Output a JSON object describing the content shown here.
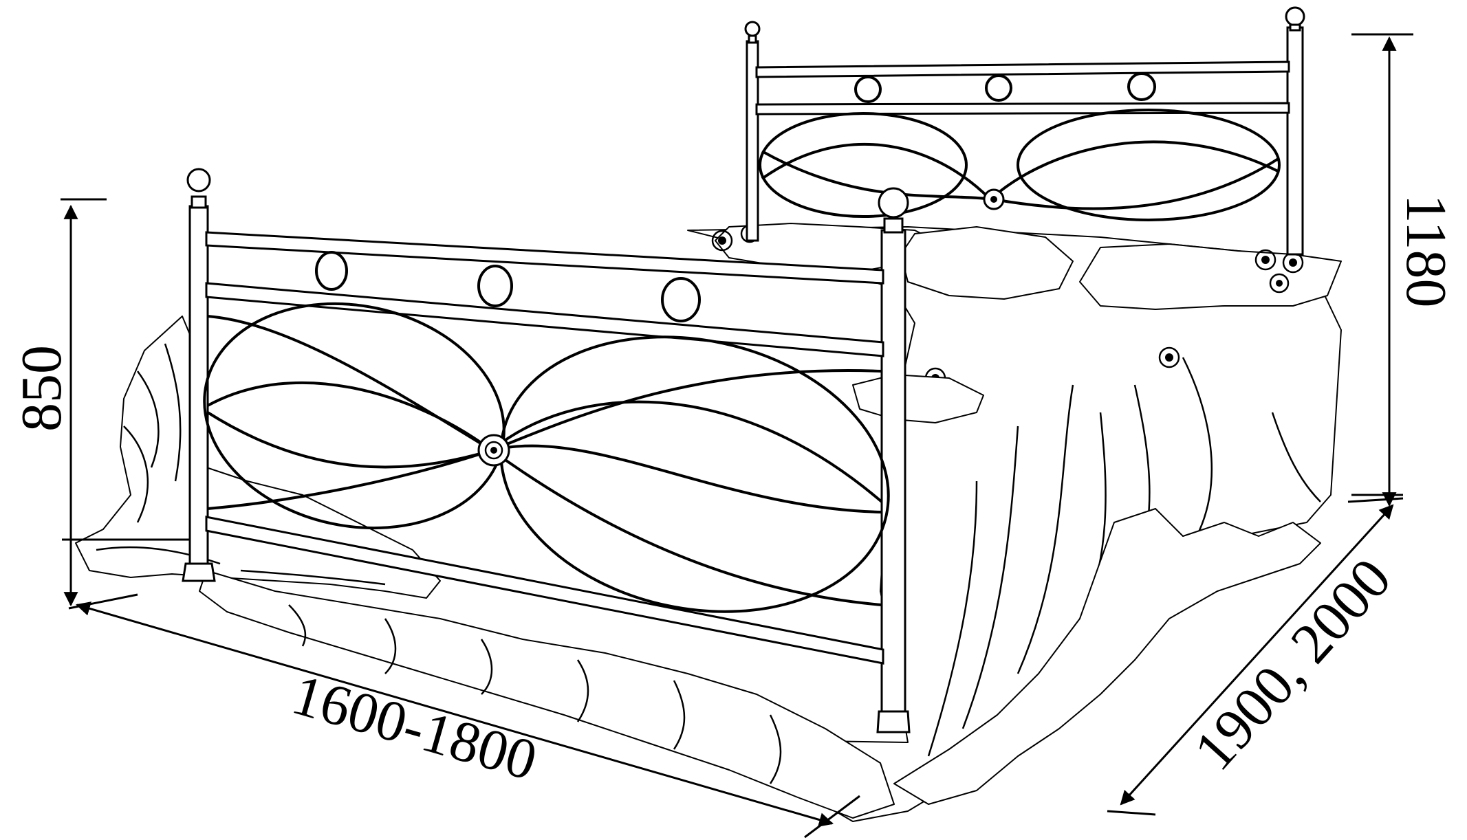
{
  "dimensions": {
    "footboard_height": "850",
    "headboard_height": "1180",
    "width": "1600-1800",
    "length": "1900, 2000"
  }
}
